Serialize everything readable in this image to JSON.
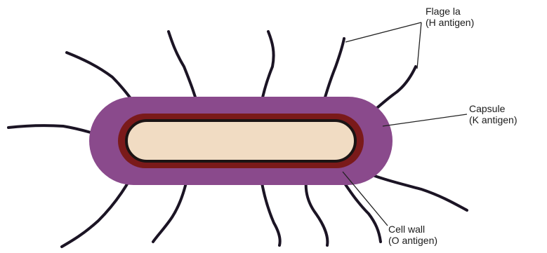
{
  "labels": {
    "flagella": {
      "line1": "Flage la",
      "line2": "(H antigen)"
    },
    "capsule": {
      "line1": "Capsule",
      "line2": "(K antigen)"
    },
    "cell_wall": {
      "line1": "Cell wall",
      "line2": "(O antigen)"
    }
  },
  "colors": {
    "capsule": "#8a4a8c",
    "cell_wall": "#7a1a1a",
    "cytoplasm": "#f1dcc3",
    "flagella": "#1b1424",
    "leader_line": "#222222"
  }
}
